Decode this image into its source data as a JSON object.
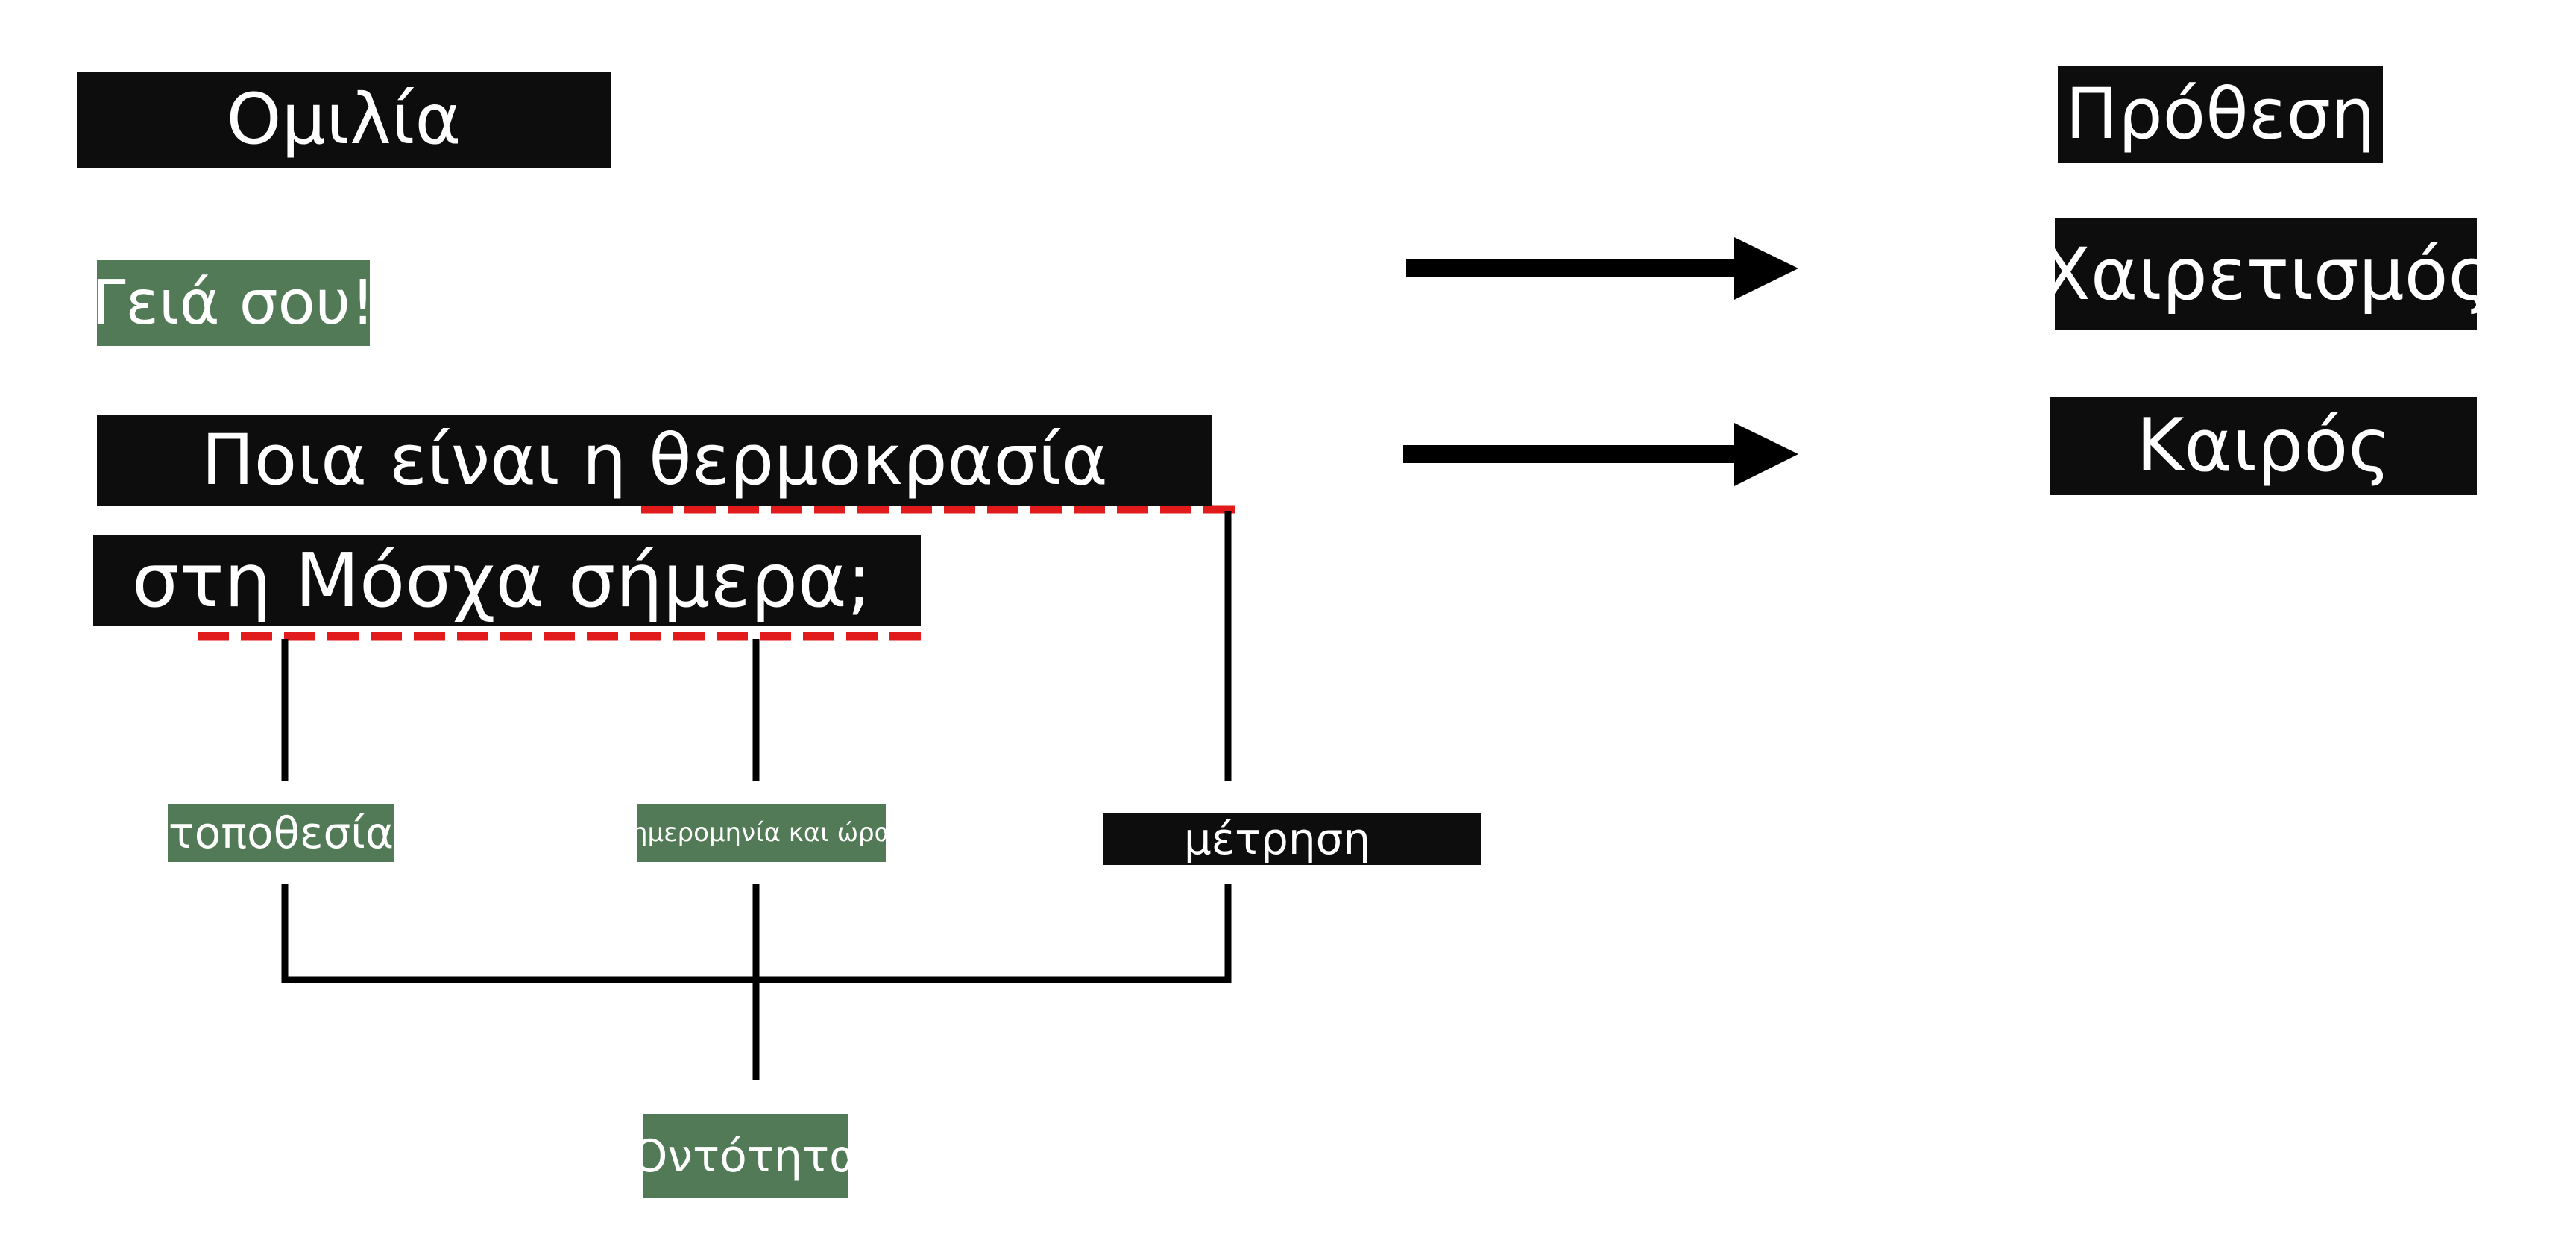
{
  "headers": {
    "speech": "Ομιλία",
    "intent": "Πρόθεση"
  },
  "utterances": {
    "greeting": "Γειά σου!",
    "question_line1": "Ποια είναι η θερμοκρασία",
    "question_line2": "στη Μόσχα σήμερα;"
  },
  "intents": {
    "greeting": "Χαιρετισμός",
    "weather": "Καιρός"
  },
  "slots": {
    "location": "τοποθεσία",
    "datetime": "ημερομηνία και ώρα",
    "measurement": "μέτρηση"
  },
  "entity": "Οντότητα",
  "colors": {
    "black_box": "#0d0d0d",
    "green_box": "#537a57",
    "highlight": "#e11b1b",
    "line": "#000000",
    "text": "#ffffff"
  }
}
